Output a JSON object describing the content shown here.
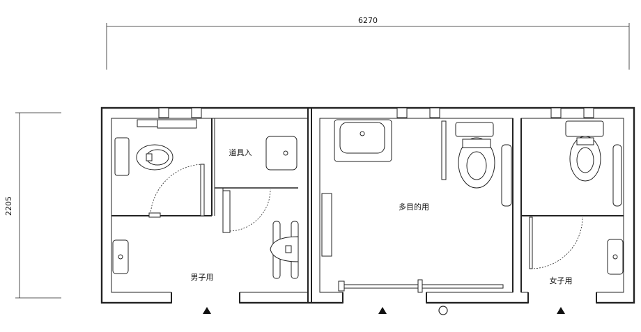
{
  "dimensions": {
    "width_label": "6270",
    "height_label": "2205"
  },
  "rooms": {
    "male": "男子用",
    "storage": "道具入",
    "multipurpose": "多目的用",
    "female": "女子用"
  },
  "colors": {
    "line": "#222222",
    "background": "#ffffff"
  },
  "icons": [
    "entrance-arrow-icon",
    "toilet-icon",
    "urinal-icon",
    "sink-icon",
    "grab-bar-icon"
  ]
}
